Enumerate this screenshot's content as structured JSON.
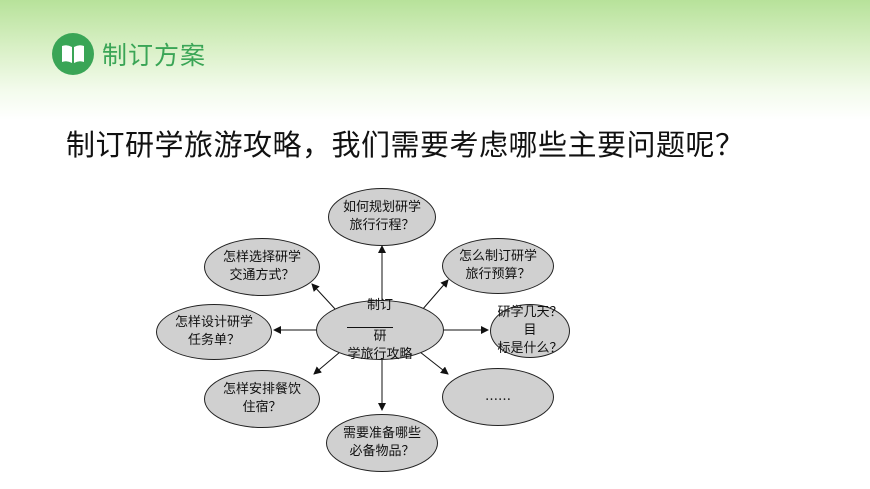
{
  "header": {
    "title": "制订方案",
    "icon": "book-icon",
    "accent_color": "#3aa556"
  },
  "question": "制订研学旅游攻略，我们需要考虑哪些主要问题呢？",
  "diagram": {
    "center": {
      "line1_prefix": "制订",
      "line1_suffix": "研",
      "line2": "学旅行攻略"
    },
    "nodes": [
      {
        "id": "route",
        "line1": "如何规划研学",
        "line2": "旅行行程？"
      },
      {
        "id": "budget",
        "line1": "怎么制订研学",
        "line2": "旅行预算？"
      },
      {
        "id": "goal",
        "line1": "研学几天？目",
        "line2": "标是什么？"
      },
      {
        "id": "more",
        "line1": "……",
        "line2": ""
      },
      {
        "id": "items",
        "line1": "需要准备哪些",
        "line2": "必备物品？"
      },
      {
        "id": "lodging",
        "line1": "怎样安排餐饮",
        "line2": "住宿？"
      },
      {
        "id": "task",
        "line1": "怎样设计研学",
        "line2": "任务单？"
      },
      {
        "id": "transport",
        "line1": "怎样选择研学",
        "line2": "交通方式？"
      }
    ]
  }
}
